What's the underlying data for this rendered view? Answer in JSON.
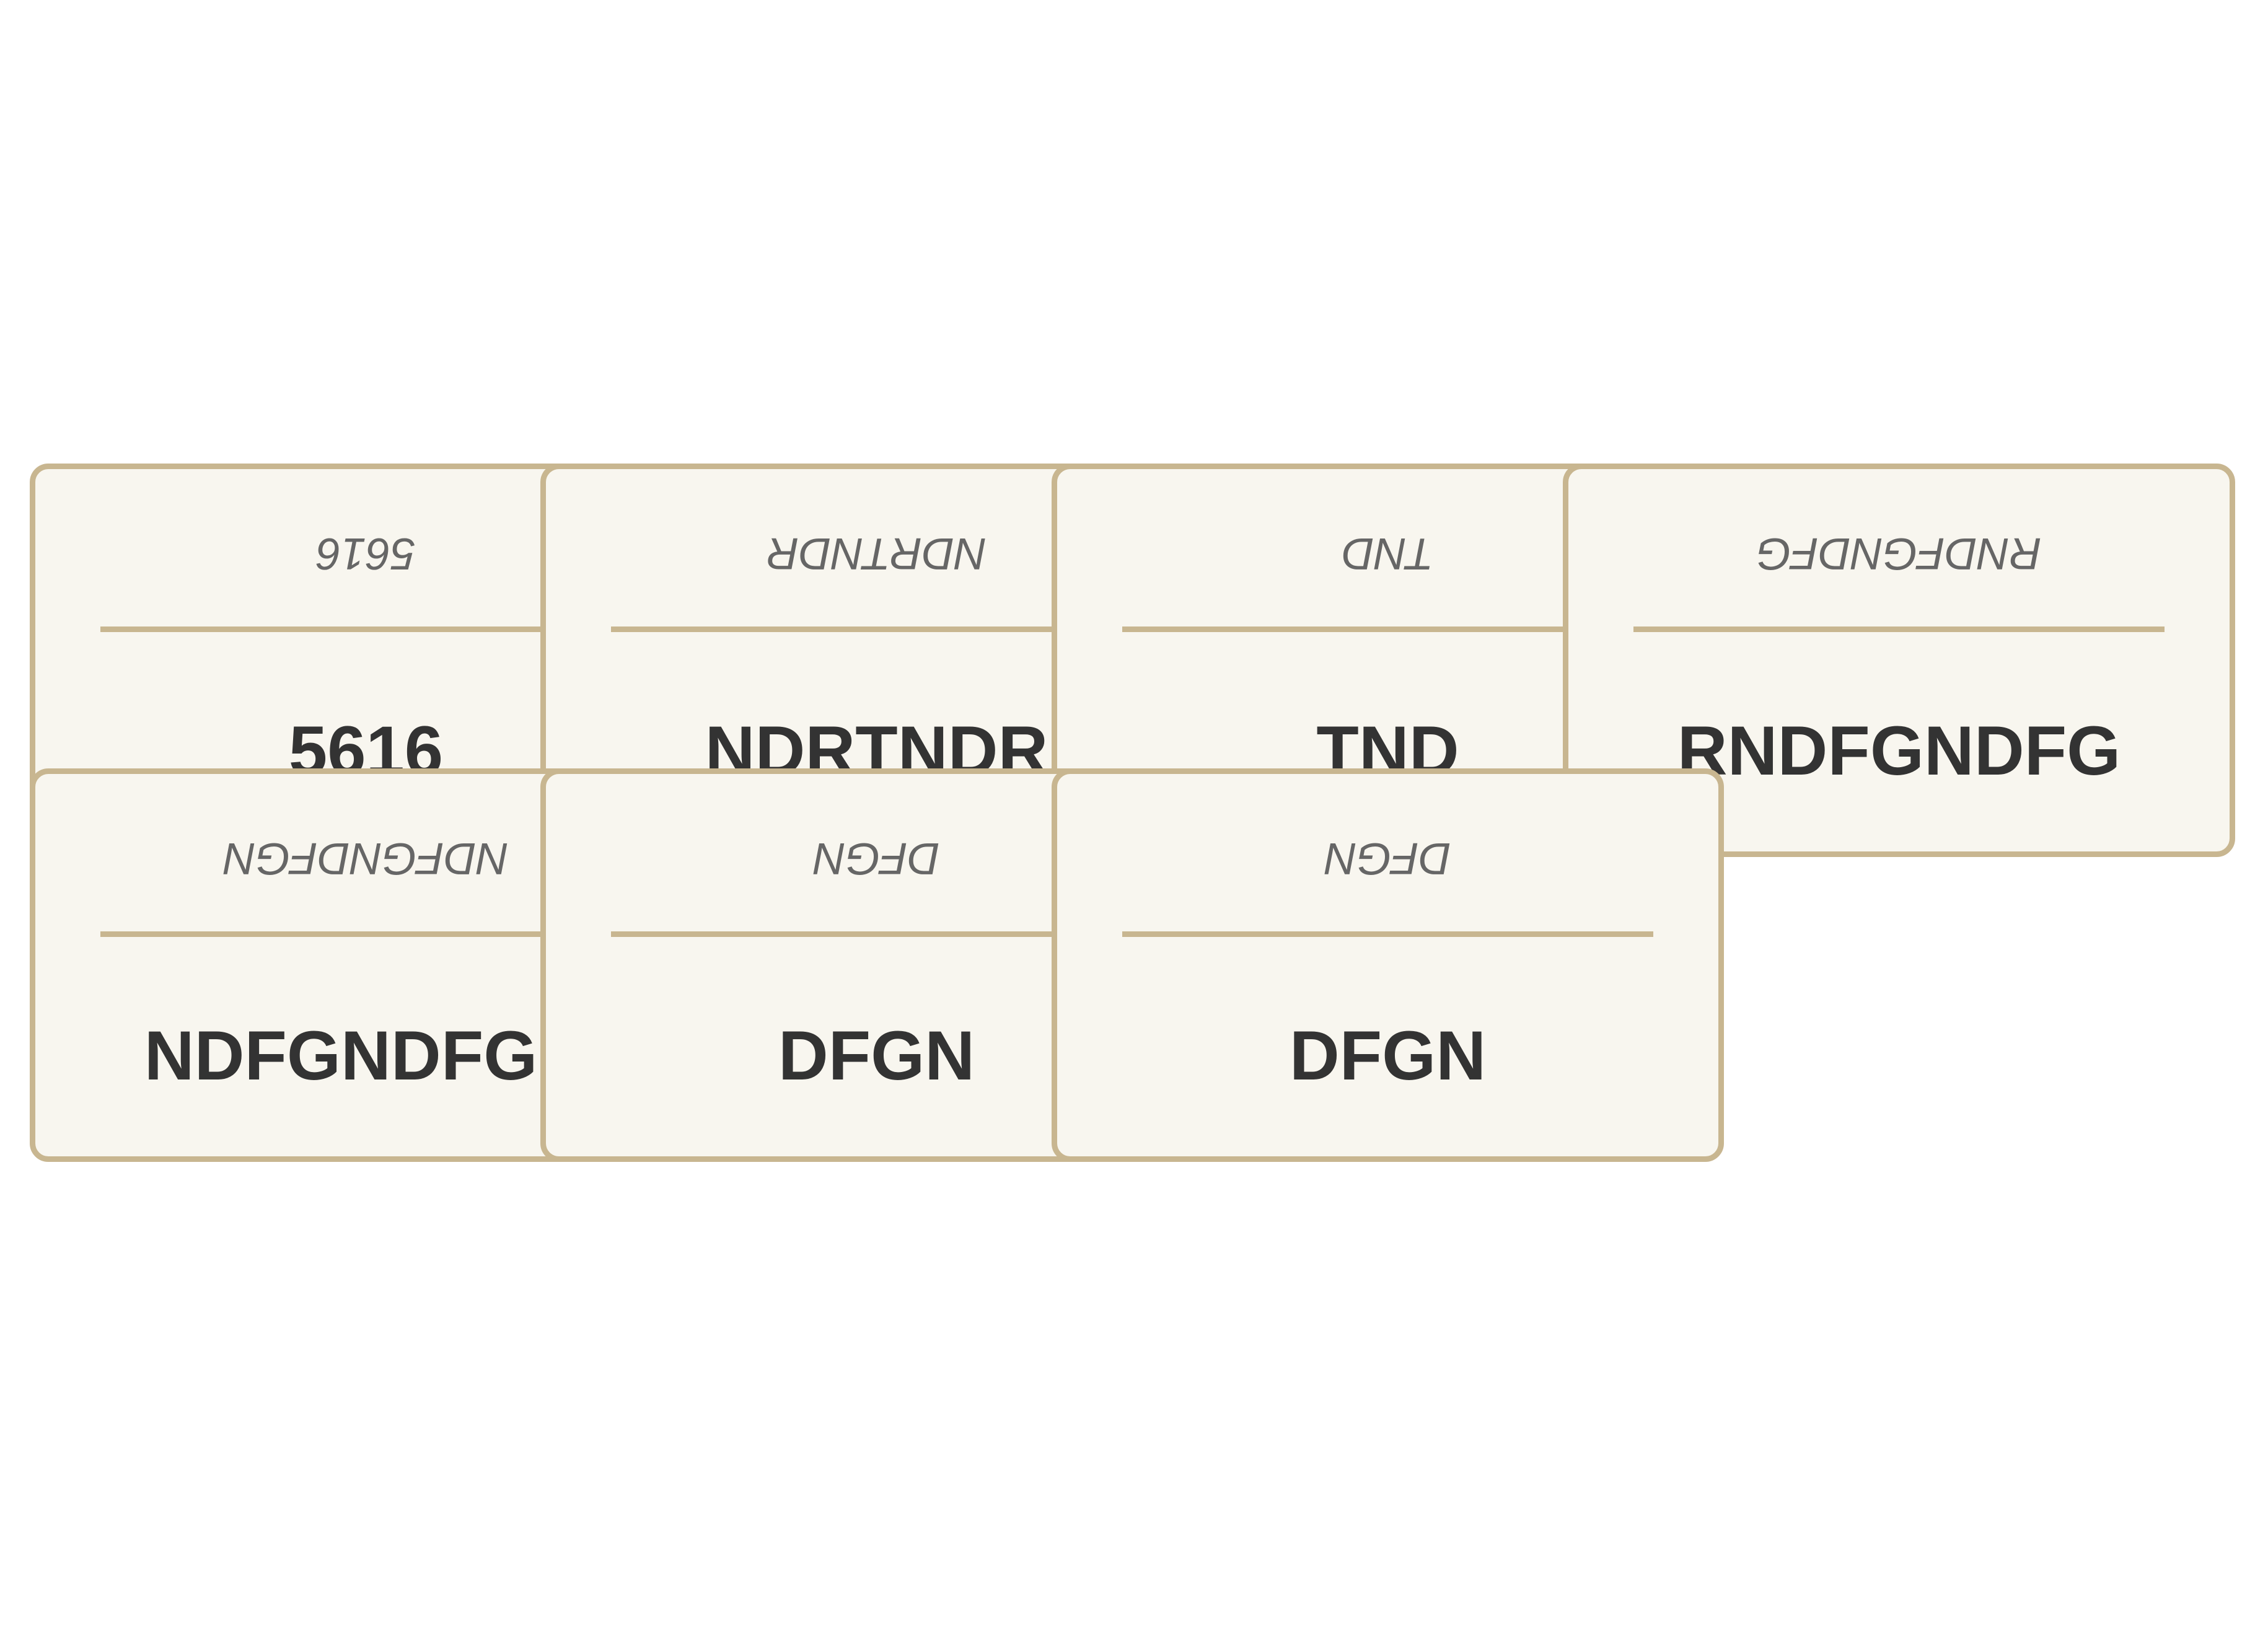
{
  "cards": [
    {
      "top_text": "5616",
      "bottom_text": "5616"
    },
    {
      "top_text": "NDRTNDR",
      "bottom_text": "NDRTNDR"
    },
    {
      "top_text": "TND",
      "bottom_text": "TND"
    },
    {
      "top_text": "RNDFGNDFG",
      "bottom_text": "RNDFGNDFG"
    },
    {
      "top_text": "NDFGNDFGN",
      "bottom_text": "NDFGNDFGN"
    },
    {
      "top_text": "DFGN",
      "bottom_text": "DFGN"
    },
    {
      "top_text": "DFGN",
      "bottom_text": "DFGN"
    }
  ],
  "colors": {
    "card_background": "#f8f6ef",
    "card_border": "#c8b690",
    "bottom_text": "#333333",
    "top_text": "#666666",
    "page_background": "#ffffff"
  }
}
